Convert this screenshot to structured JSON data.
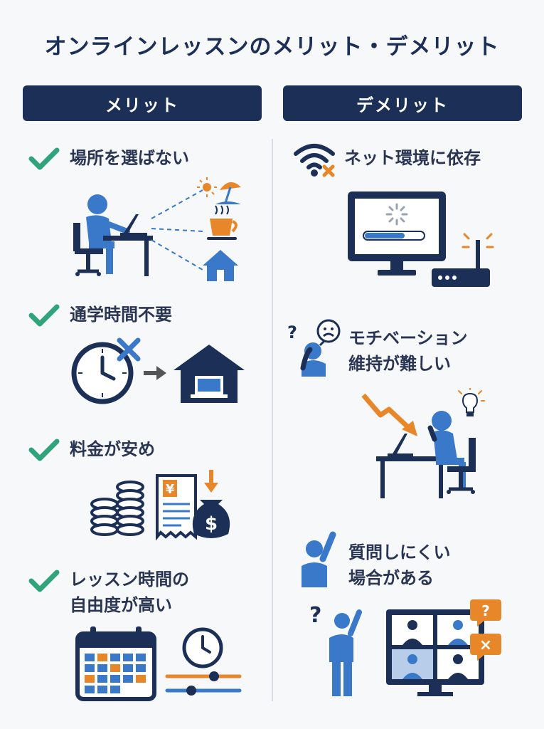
{
  "title": "オンラインレッスンのメリット・デメリット",
  "merit": {
    "header": "メリット",
    "items": [
      {
        "label": "場所を選ばない"
      },
      {
        "label": "通学時間不要"
      },
      {
        "label": "料金が安め"
      },
      {
        "label_line1": "レッスン時間の",
        "label_line2": "自由度が高い"
      }
    ]
  },
  "demerit": {
    "header": "デメリット",
    "items": [
      {
        "label": "ネット環境に依存"
      },
      {
        "label_line1": "モチベーション",
        "label_line2": "維持が難しい"
      },
      {
        "label_line1": "質問しにくい",
        "label_line2": "場合がある"
      }
    ]
  },
  "icons": {
    "money_symbol": "¥",
    "dollar_symbol": "$",
    "question": "?",
    "cross": "×"
  },
  "colors": {
    "navy": "#1b2f57",
    "blue": "#3a78c9",
    "orange": "#e8862a",
    "green": "#2fa37a"
  }
}
